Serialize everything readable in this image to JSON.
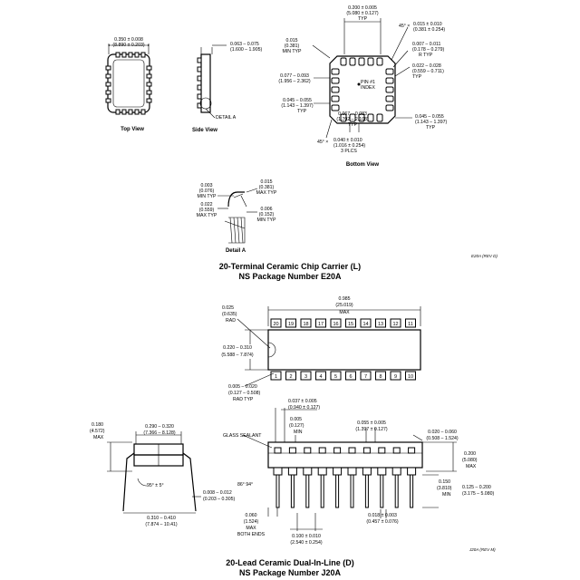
{
  "e20a": {
    "top_view": {
      "label": "Top View",
      "width_dim": "0.350 ± 0.008",
      "width_dim_mm": "(8.890 ± 0.203)"
    },
    "side_view": {
      "label": "Side View",
      "height_dim": "0.063 – 0.075",
      "height_dim_mm": "(1.600 – 1.905)",
      "detail_callout": "DETAIL A"
    },
    "bottom_view": {
      "label": "Bottom View",
      "dims": {
        "pitch": "0.200 ± 0.005",
        "pitch_mm": "(5.080 ± 0.127)",
        "pitch_typ": "TYP",
        "chamfer_top": "45° ×",
        "chamfer_top_val": "0.015 ± 0.010",
        "chamfer_top_mm": "(0.381 ± 0.254)",
        "pad_min": "0.015",
        "pad_min_mm": "(0.381)",
        "pad_min_typ": "MIN TYP",
        "radius": "0.007 – 0.011",
        "radius_mm": "(0.178 – 0.279)",
        "radius_typ": "R TYP",
        "pad_w": "0.022 – 0.028",
        "pad_w_mm": "(0.559 – 0.711)",
        "pad_w_typ": "TYP",
        "pin1": "PIN #1",
        "index": "INDEX",
        "edge1": "0.077 – 0.093",
        "edge1_mm": "(1.956 – 2.362)",
        "edge2": "0.045 – 0.055",
        "edge2_mm": "(1.143 – 1.397)",
        "edge2_typ": "TYP",
        "edge3": "0.067 – 0.083",
        "edge3_mm": "(1.702 – 2.108)",
        "edge3_typ": "TYP",
        "edge4": "0.045 – 0.055",
        "edge4_mm": "(1.143 – 1.397)",
        "edge4_typ": "TYP",
        "chamfer_bot": "45° ×",
        "chamfer_bot_val": "0.040 ± 0.010",
        "chamfer_bot_mm": "(1.016 ± 0.254)",
        "chamfer_bot_plcs": "3 PLCS"
      }
    },
    "detail_a": {
      "label": "Detail A",
      "d1": "0.003",
      "d1_mm": "(0.076)",
      "d1_typ": "MIN TYP",
      "d2": "0.022",
      "d2_mm": "(0.559)",
      "d2_typ": "MAX TYP",
      "d3": "0.015",
      "d3_mm": "(0.381)",
      "d3_typ": "MAX TYP",
      "d4": "0.006",
      "d4_mm": "(0.152)",
      "d4_typ": "MIN TYP"
    },
    "rev": "E20A (REV D)",
    "caption_line1": "20-Terminal Ceramic Chip Carrier (L)",
    "caption_line2": "NS Package Number E20A"
  },
  "j20a": {
    "top": {
      "length": "0.985",
      "length_mm": "(25.019)",
      "length_max": "MAX",
      "rad": "0.025",
      "rad_mm": "(0.635)",
      "rad_lbl": "RAD",
      "width": "0.220 – 0.310",
      "width_mm": "(5.588 – 7.874)",
      "pinrad": "0.005 – 0.020",
      "pinrad_mm": "(0.127 – 0.508)",
      "pinrad_typ": "RAD TYP",
      "pins_top": [
        "20",
        "19",
        "18",
        "17",
        "16",
        "15",
        "14",
        "13",
        "12",
        "11"
      ],
      "pins_bottom": [
        "1",
        "2",
        "3",
        "4",
        "5",
        "6",
        "7",
        "8",
        "9",
        "10"
      ]
    },
    "end_view": {
      "height": "0.180",
      "height_mm": "(4.572)",
      "height_max": "MAX",
      "width": "0.290 – 0.320",
      "width_mm": "(7.366 – 8.128)",
      "angle": "95° ± 5°",
      "lead": "0.008 – 0.012",
      "lead_mm": "(0.203 – 0.305)",
      "span": "0.310 – 0.410",
      "span_mm": "(7.874 – 10.41)"
    },
    "side_view": {
      "d1": "0.037 ± 0.005",
      "d1_mm": "(0.940 ± 0.127)",
      "d2": "0.005",
      "d2_mm": "(0.127)",
      "d2_min": "MIN",
      "sealant": "GLASS SEALANT",
      "d3": "0.055 ± 0.005",
      "d3_mm": "(1.397 ± 0.127)",
      "d4": "0.020 – 0.060",
      "d4_mm": "(0.508 – 1.524)",
      "d5": "0.200",
      "d5_mm": "(5.080)",
      "d5_max": "MAX",
      "angle": "86°  94°",
      "d6": "0.150",
      "d6_mm": "(3.810)",
      "d6_min": "MIN",
      "d7": "0.125 – 0.200",
      "d7_mm": "(3.175 – 5.080)",
      "d8": "0.060",
      "d8_mm": "(1.524)",
      "d8_max": "MAX",
      "d8_ends": "BOTH ENDS",
      "d9": "0.100 ± 0.010",
      "d9_mm": "(2.540 ± 0.254)",
      "d10": "0.018 ± 0.003",
      "d10_mm": "(0.457 ± 0.076)"
    },
    "rev": "J20A (REV M)",
    "caption_line1": "20-Lead Ceramic Dual-In-Line (D)",
    "caption_line2": "NS Package Number J20A"
  }
}
